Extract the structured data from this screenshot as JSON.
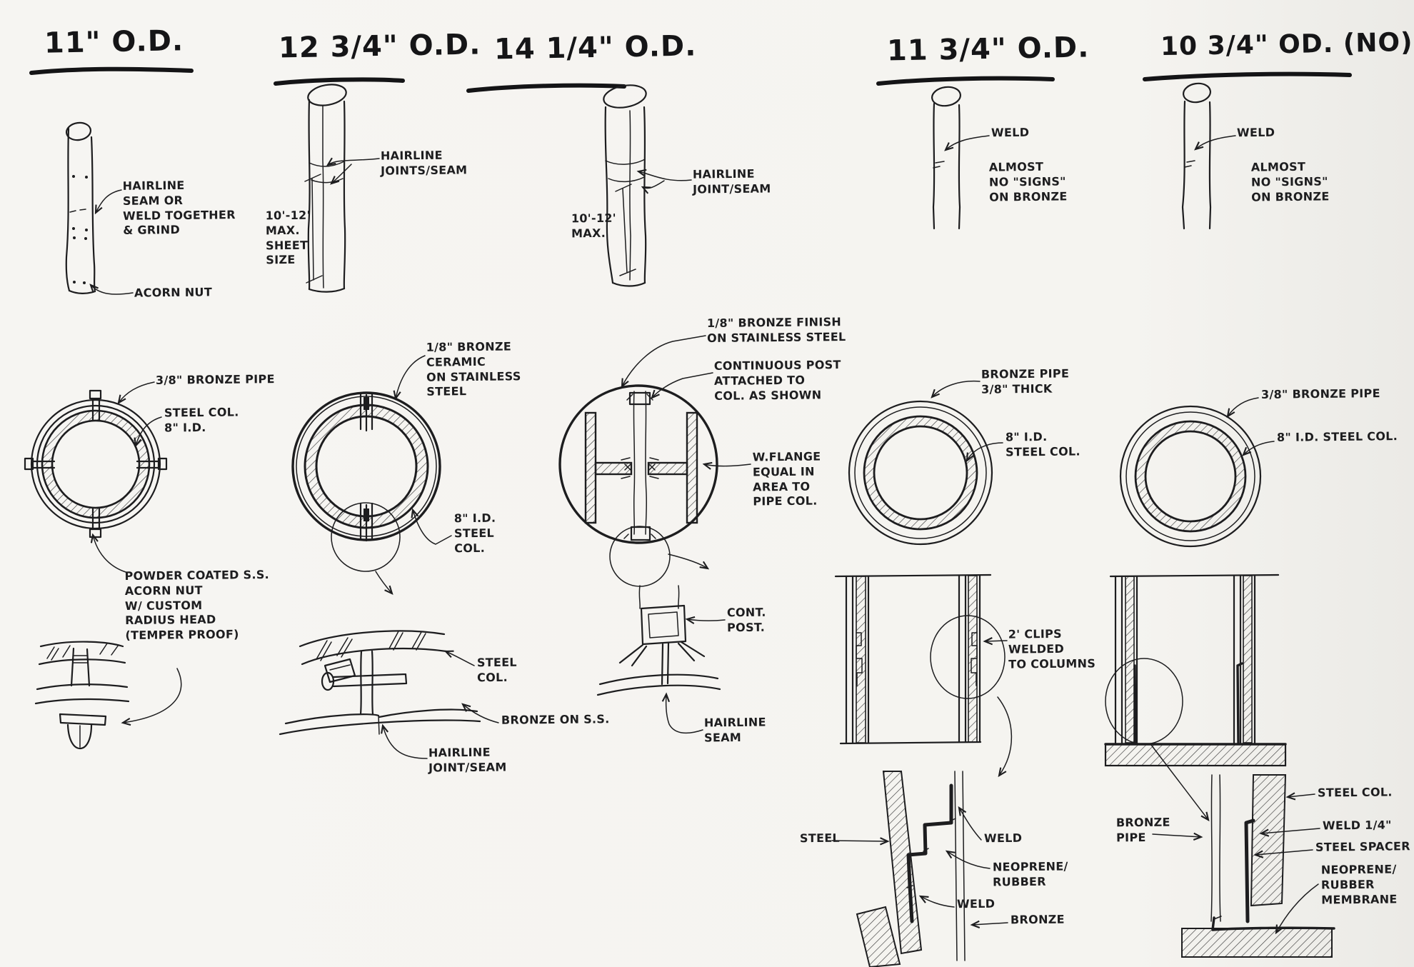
{
  "palette": {
    "ink": "#1d1d1f",
    "paper": "#f5f4f0"
  },
  "columns": [
    {
      "title": "11\" O.D.",
      "labels": {
        "hairline_seam": "HAIRLINE\nSEAM OR\nWELD TOGETHER\n& GRIND",
        "acorn_nut": "ACORN NUT",
        "bronze_pipe": "3/8\" BRONZE PIPE",
        "steel_col": "STEEL COL.\n8\" I.D.",
        "powder_note": "POWDER COATED S.S.\nACORN NUT\nW/ CUSTOM\nRADIUS HEAD\n(TEMPER PROOF)"
      }
    },
    {
      "title": "12 3/4\" O.D.",
      "labels": {
        "sheet_dim": "10'-12'\nMAX.\nSHEET\nSIZE",
        "hairline_joints": "HAIRLINE\nJOINTS/SEAM",
        "ceramic": "1/8\" BRONZE\nCERAMIC\nON STAINLESS\nSTEEL",
        "steel_col_id": "8\" I.D.\nSTEEL\nCOL.",
        "steel_col": "STEEL\nCOL.",
        "bronze_on_ss": "BRONZE ON S.S.",
        "hairline_joint": "HAIRLINE\nJOINT/SEAM"
      }
    },
    {
      "title": "14 1/4\" O.D.",
      "labels": {
        "max_dim": "10'-12'\nMAX.",
        "hairline_joint": "HAIRLINE\nJOINT/SEAM",
        "bronze_finish": "1/8\" BRONZE FINISH\nON STAINLESS STEEL",
        "continuous_post": "CONTINUOUS POST\nATTACHED TO\nCOL. AS SHOWN",
        "w_flange": "W.FLANGE\nEQUAL IN\nAREA TO\nPIPE COL.",
        "cont_post": "CONT.\nPOST.",
        "hairline_seam": "HAIRLINE\nSEAM"
      }
    },
    {
      "title": "11 3/4\" O.D.",
      "labels": {
        "weld": "WELD",
        "almost_no_signs": "ALMOST\nNO \"SIGNS\"\nON BRONZE",
        "bronze_pipe_thick": "BRONZE PIPE\n3/8\" THICK",
        "steel_col_id": "8\" I.D.\nSTEEL COL.",
        "clips": "2' CLIPS\nWELDED\nTO COLUMNS",
        "steel": "STEEL",
        "weld_top": "WELD",
        "neoprene": "NEOPRENE/\nRUBBER",
        "weld_bottom": "WELD",
        "bronze": "BRONZE"
      }
    },
    {
      "title": "10 3/4\" OD. (NO)",
      "labels": {
        "weld": "WELD",
        "almost_no_signs": "ALMOST\nNO \"SIGNS\"\nON BRONZE",
        "bronze_pipe": "3/8\" BRONZE PIPE",
        "steel_col_id": "8\" I.D. STEEL COL.",
        "bronze_pipe_detail": "BRONZE\nPIPE",
        "steel_col": "STEEL COL.",
        "weld_quarter": "WELD 1/4\"",
        "steel_spacer": "STEEL SPACER",
        "neoprene_membrane": "NEOPRENE/\nRUBBER\nMEMBRANE"
      }
    }
  ]
}
